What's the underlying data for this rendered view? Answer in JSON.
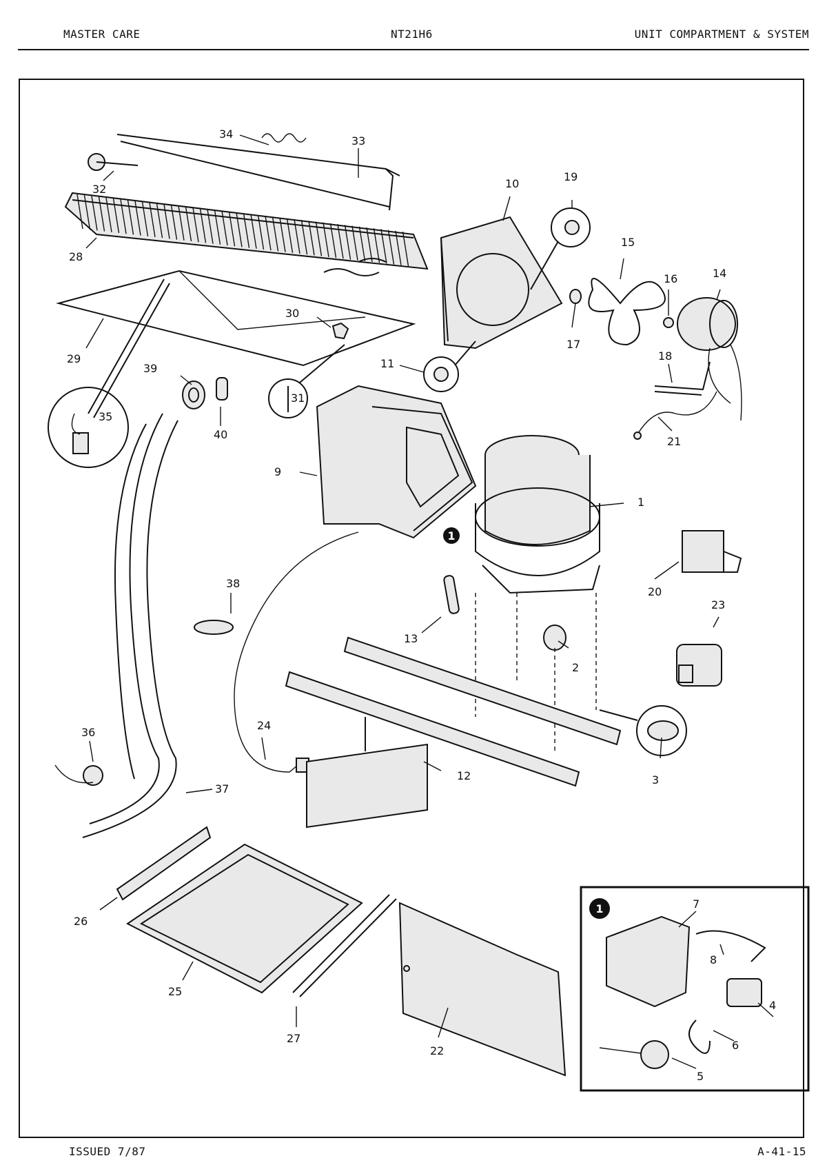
{
  "header": {
    "left": "MASTER CARE",
    "center": "NT21H6",
    "right": "UNIT COMPARTMENT & SYSTEM"
  },
  "footer": {
    "left": "ISSUED 7/87",
    "right": "A-41-15"
  },
  "callouts": {
    "c1": "1",
    "c2": "2",
    "c3": "3",
    "c4": "4",
    "c5": "5",
    "c6": "6",
    "c7": "7",
    "c8": "8",
    "c9": "9",
    "c10": "10",
    "c11": "11",
    "c12": "12",
    "c13": "13",
    "c14": "14",
    "c15": "15",
    "c16": "16",
    "c17": "17",
    "c18": "18",
    "c19": "19",
    "c20": "20",
    "c21": "21",
    "c22": "22",
    "c23": "23",
    "c24": "24",
    "c25": "25",
    "c26": "26",
    "c27": "27",
    "c28": "28",
    "c29": "29",
    "c30": "30",
    "c31": "31",
    "c32": "32",
    "c33": "33",
    "c34": "34",
    "c35": "35",
    "c36": "36",
    "c37": "37",
    "c38": "38",
    "c39": "39",
    "c40": "40"
  },
  "inset": {
    "marker": "1",
    "marker_main": "1"
  }
}
